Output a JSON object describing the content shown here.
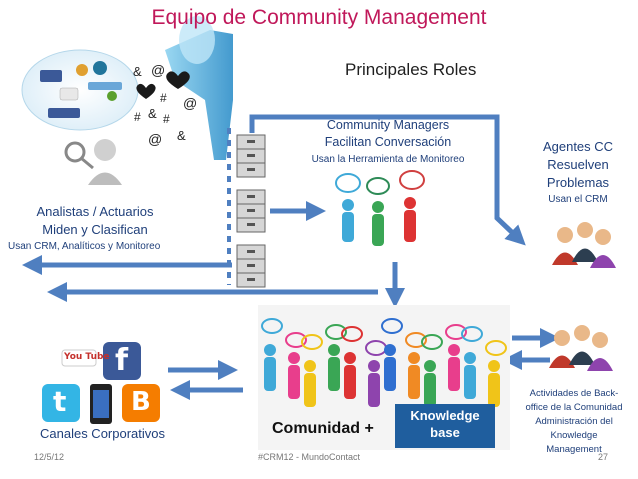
{
  "slide": {
    "title": "Equipo de Community Management",
    "subtitle": "Principales Roles"
  },
  "roles": {
    "community_managers": {
      "line1": "Community Managers",
      "line2": "Facilitan Conversación",
      "tool": "Usan la Herramienta de Monitoreo"
    },
    "agentes": {
      "line1": "Agentes CC",
      "line2": "Resuelven",
      "line3": "Problemas",
      "tool": "Usan el CRM"
    },
    "analistas": {
      "line1": "Analistas / Actuarios",
      "line2": "Miden y Clasifican",
      "tool": "Usan CRM, Analíticos y Monitoreo"
    },
    "canales": {
      "label": "Canales Corporativos"
    },
    "comunidad": {
      "label": "Comunidad +"
    },
    "knowledge": {
      "line1": "Knowledge",
      "line2": "base"
    },
    "backoffice": {
      "line1": "Actividades de Back-",
      "line2": "office de la Comunidad",
      "line3": "Administración del",
      "line4": "Knowledge",
      "line5": "Management"
    }
  },
  "footer": {
    "date": "12/5/12",
    "center": "#CRM12 - MundoContact",
    "page": "27"
  },
  "symbols": [
    "&",
    "@",
    "#",
    "#",
    "&",
    "#",
    "@",
    "@",
    "&"
  ],
  "social": {
    "youtube": "You Tube",
    "facebook": "f",
    "twitter": "t",
    "blogger": "B"
  },
  "colors": {
    "title": "#C0185A",
    "text_blue": "#1F3F7A",
    "arrow": "#4F7FC0",
    "funnel": "#3FA9D8",
    "kb_box": "#1F5E9E"
  }
}
